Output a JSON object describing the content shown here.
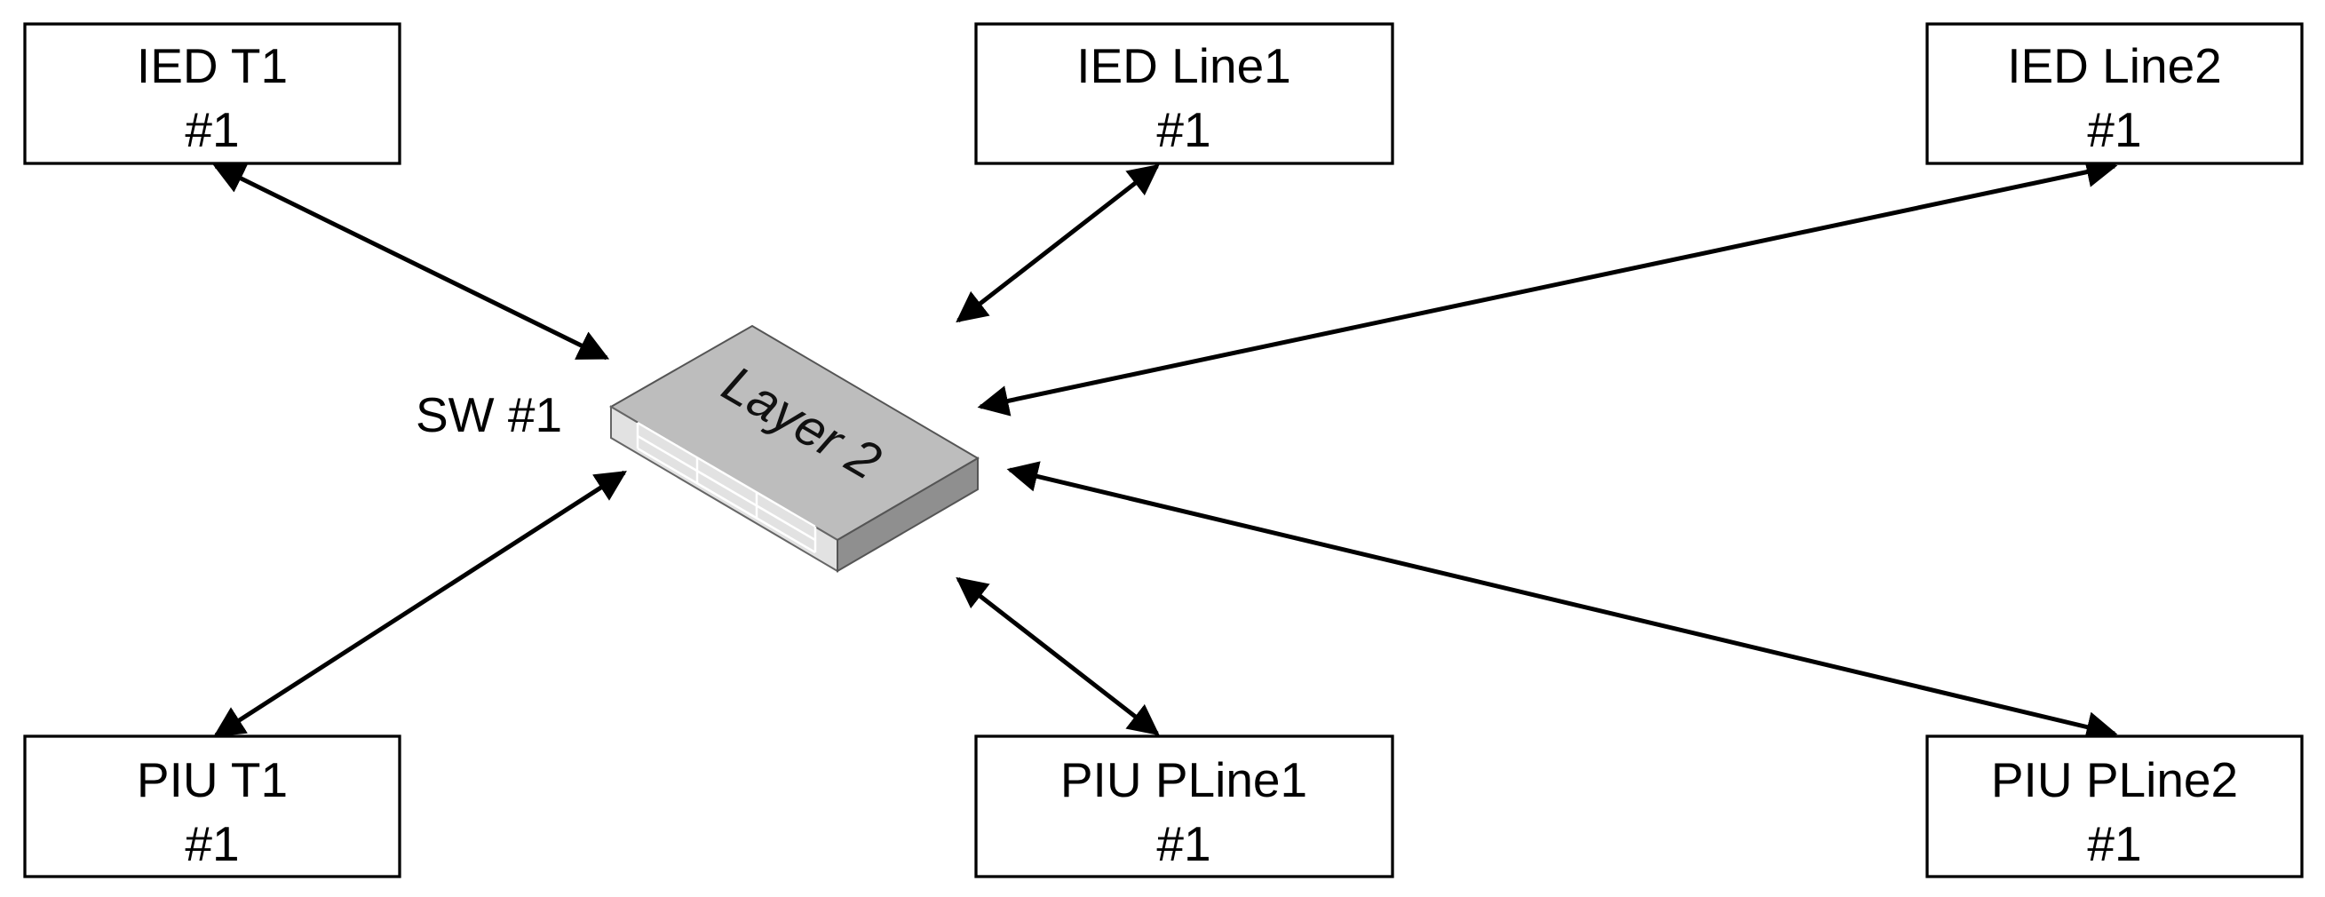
{
  "switch": {
    "label": "SW #1",
    "device_text": "Layer 2"
  },
  "nodes": [
    {
      "id": "ied-t1",
      "line1": "IED T1",
      "line2": "#1"
    },
    {
      "id": "ied-line1",
      "line1": "IED Line1",
      "line2": "#1"
    },
    {
      "id": "ied-line2",
      "line1": "IED Line2",
      "line2": "#1"
    },
    {
      "id": "piu-t1",
      "line1": "PIU T1",
      "line2": "#1"
    },
    {
      "id": "piu-pline1",
      "line1": "PIU PLine1",
      "line2": "#1"
    },
    {
      "id": "piu-pline2",
      "line1": "PIU PLine2",
      "line2": "#1"
    }
  ],
  "links": [
    {
      "from": "ied-t1",
      "to": "sw",
      "arrows": "both"
    },
    {
      "from": "ied-line1",
      "to": "sw",
      "arrows": "both"
    },
    {
      "from": "ied-line2",
      "to": "sw",
      "arrows": "both"
    },
    {
      "from": "piu-t1",
      "to": "sw",
      "arrows": "both"
    },
    {
      "from": "piu-pline1",
      "to": "sw",
      "arrows": "both"
    },
    {
      "from": "piu-pline2",
      "to": "sw",
      "arrows": "both"
    }
  ],
  "colors": {
    "line": "#000000",
    "switch_top": "#bdbdbd",
    "switch_front": "#e2e2e2",
    "switch_side": "#8f8f8f"
  }
}
